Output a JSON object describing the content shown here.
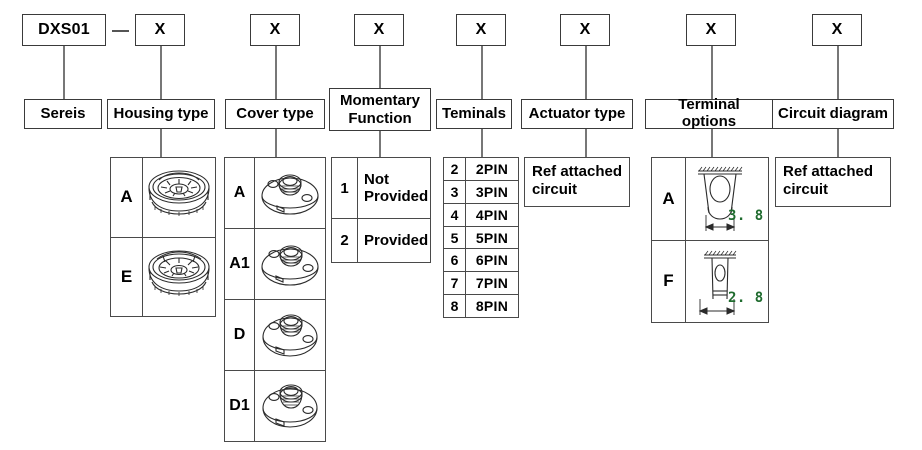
{
  "diagram": {
    "title": "DXS01 part number breakdown",
    "series_code": "DXS01",
    "separator": "—",
    "placeholder": "X",
    "accent_color": "#1f6b2e",
    "line_color": "#4a4a4a"
  },
  "columns": [
    {
      "key": "series",
      "label": "Sereis",
      "code": "DXS01"
    },
    {
      "key": "housing_type",
      "label": "Housing type",
      "code": "X"
    },
    {
      "key": "cover_type",
      "label": "Cover type",
      "code": "X"
    },
    {
      "key": "momentary",
      "label": "Momentary Function",
      "code": "X"
    },
    {
      "key": "terminals",
      "label": "Teminals",
      "code": "X"
    },
    {
      "key": "actuator_type",
      "label": "Actuator type",
      "code": "X"
    },
    {
      "key": "terminal_options",
      "label": "Terminal options",
      "code": "X"
    },
    {
      "key": "circuit_diagram",
      "label": "Circuit diagram",
      "code": "X"
    }
  ],
  "housing_type": {
    "rows": [
      {
        "code": "A",
        "image": "housing-cylinder-icon"
      },
      {
        "code": "E",
        "image": "housing-cylinder-icon"
      }
    ]
  },
  "cover_type": {
    "rows": [
      {
        "code": "A",
        "image": "cover-disc-icon"
      },
      {
        "code": "A1",
        "image": "cover-disc-icon"
      },
      {
        "code": "D",
        "image": "cover-disc-icon"
      },
      {
        "code": "D1",
        "image": "cover-disc-icon"
      }
    ]
  },
  "momentary": {
    "rows": [
      {
        "code": "1",
        "text": "Not Provided"
      },
      {
        "code": "2",
        "text": "Provided"
      }
    ]
  },
  "terminals": {
    "rows": [
      {
        "code": "2",
        "text": "2PIN"
      },
      {
        "code": "3",
        "text": "3PIN"
      },
      {
        "code": "4",
        "text": "4PIN"
      },
      {
        "code": "5",
        "text": "5PIN"
      },
      {
        "code": "6",
        "text": "6PIN"
      },
      {
        "code": "7",
        "text": "7PIN"
      },
      {
        "code": "8",
        "text": "8PIN"
      }
    ]
  },
  "actuator_type": {
    "note": "Ref attached circuit"
  },
  "terminal_options": {
    "rows": [
      {
        "code": "A",
        "image": "terminal-blade-wide-icon",
        "dimension": "3. 8"
      },
      {
        "code": "F",
        "image": "terminal-blade-narrow-icon",
        "dimension": "2. 8"
      }
    ]
  },
  "circuit_diagram": {
    "note": "Ref attached circuit"
  }
}
